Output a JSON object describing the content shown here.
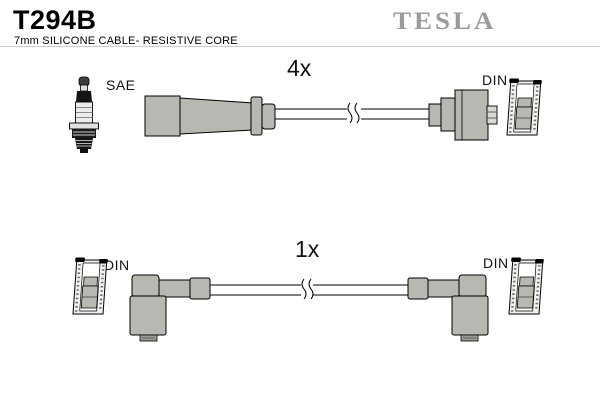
{
  "page": {
    "part_number": "T294B",
    "subtitle": "7mm SILICONE CABLE- RESISTIVE CORE",
    "brand": "TESLA"
  },
  "colors": {
    "boot_gray": "#b6b9b1",
    "brand_gray": "#9b9b9b",
    "outline": "#000000",
    "rule_gray": "#cccccc"
  },
  "top_assembly": {
    "quantity": "4x",
    "left_terminal": "SAE",
    "right_terminal": "DIN"
  },
  "bottom_assembly": {
    "quantity": "1x",
    "left_terminal": "DIN",
    "right_terminal": "DIN"
  },
  "icons": {
    "spark-plug-icon": "side view of a spark plug",
    "straight-boot-icon": "straight tapered ignition cable boot",
    "stepped-boot-icon": "stepped ignition cable boot",
    "elbow-boot-icon": "90-degree angled ignition cable boot",
    "din-socket-icon": "DIN connector socket shown in cross-section with hatched walls",
    "cable-break-icon": "squiggle break symbol indicating shortened cable length"
  }
}
